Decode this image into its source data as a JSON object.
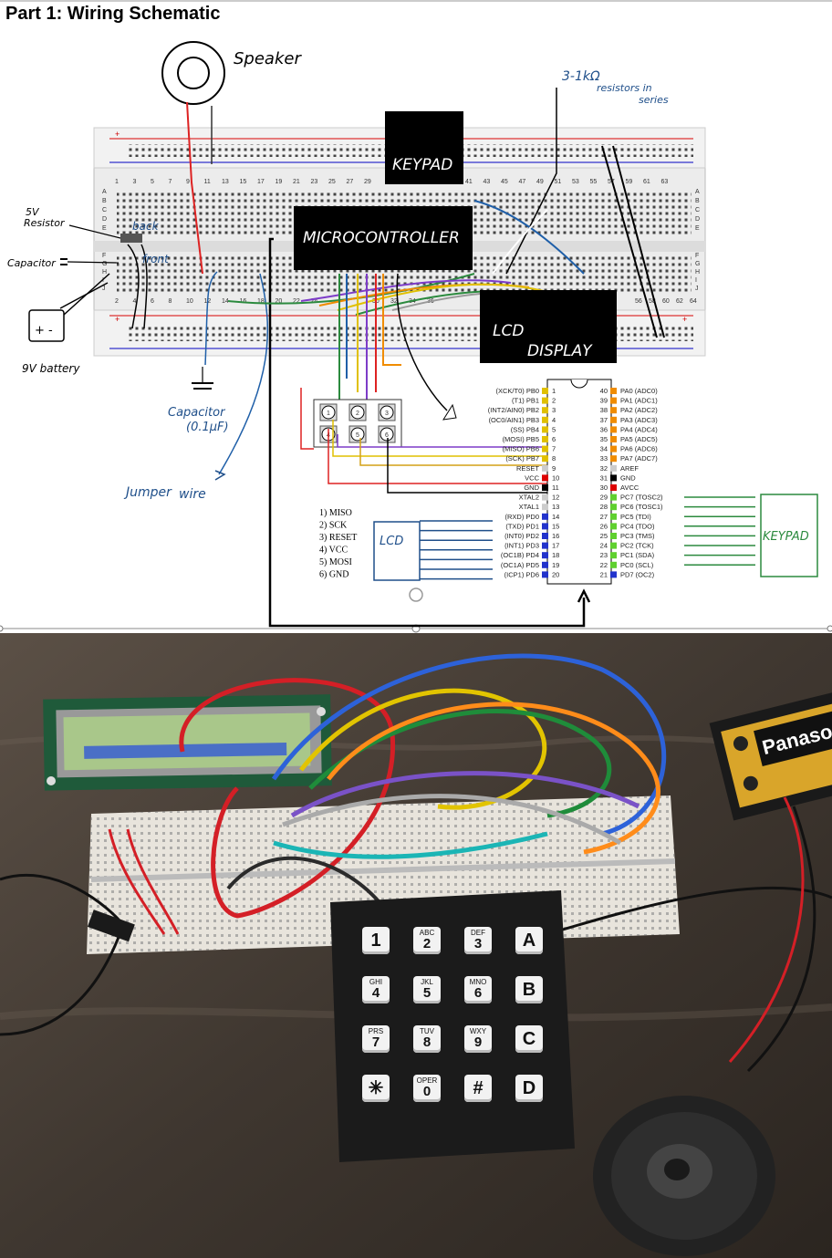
{
  "title": "Part 1: Wiring Schematic",
  "labels": {
    "speaker": "Speaker",
    "resistors_a": "3-1kΩ",
    "resistors_b": "resistors in",
    "resistors_c": "series",
    "keypad_block": "KEYPAD",
    "micro_block": "MICROCONTROLLER",
    "lcd_block_a": "LCD",
    "lcd_block_b": "DISPLAY",
    "resistor_a": "5V",
    "resistor_b": "Resistor",
    "back": "back",
    "front": "front",
    "capacitor": "Capacitor",
    "battery": "9V battery",
    "cap_value_a": "Capacitor",
    "cap_value_b": "(0.1μF)",
    "jumper_a": "Jumper",
    "jumper_b": "wire",
    "lcd_box": "LCD",
    "keypad_box": "KEYPAD"
  },
  "isp_legend": [
    "1) MISO",
    "2) SCK",
    "3) RESET",
    "4) VCC",
    "5) MOSI",
    "6) GND"
  ],
  "isp_pins": [
    "1",
    "2",
    "3",
    "4",
    "5",
    "6"
  ],
  "pins_left": [
    "(XCK/T0) PB0",
    "(T1) PB1",
    "(INT2/AIN0) PB2",
    "(OC0/AIN1) PB3",
    "(SS) PB4",
    "(MOSI) PB5",
    "(MISO) PB6",
    "(SCK) PB7",
    "RESET",
    "VCC",
    "GND",
    "XTAL2",
    "XTAL1",
    "(RXD) PD0",
    "(TXD) PD1",
    "(INT0) PD2",
    "(INT1) PD3",
    "(OC1B) PD4",
    "(OC1A) PD5",
    "(ICP1) PD6"
  ],
  "pins_right": [
    "PA0 (ADC0)",
    "PA1 (ADC1)",
    "PA2 (ADC2)",
    "PA3 (ADC3)",
    "PA4 (ADC4)",
    "PA5 (ADC5)",
    "PA6 (ADC6)",
    "PA7 (ADC7)",
    "AREF",
    "GND",
    "AVCC",
    "PC7 (TOSC2)",
    "PC6 (TOSC1)",
    "PC5 (TDI)",
    "PC4 (TDO)",
    "PC3 (TMS)",
    "PC2 (TCK)",
    "PC1 (SDA)",
    "PC0 (SCL)",
    "PD7 (OC2)"
  ],
  "pin_nums_left": [
    "1",
    "2",
    "3",
    "4",
    "5",
    "6",
    "7",
    "8",
    "9",
    "10",
    "11",
    "12",
    "13",
    "14",
    "15",
    "16",
    "17",
    "18",
    "19",
    "20"
  ],
  "pin_nums_right": [
    "40",
    "39",
    "38",
    "37",
    "36",
    "35",
    "34",
    "33",
    "32",
    "31",
    "30",
    "29",
    "28",
    "27",
    "26",
    "25",
    "24",
    "23",
    "22",
    "21"
  ],
  "breadboard": {
    "row_letters": [
      "A",
      "B",
      "C",
      "D",
      "E",
      "F",
      "G",
      "H",
      "I",
      "J"
    ],
    "top_numbers": [
      "1",
      "3",
      "5",
      "7",
      "9",
      "11",
      "13",
      "15",
      "17",
      "19",
      "21",
      "23",
      "25",
      "27",
      "29",
      "41",
      "43",
      "45",
      "47",
      "49",
      "51",
      "53",
      "55",
      "57",
      "59",
      "61",
      "63"
    ],
    "bottom_numbers": [
      "2",
      "4",
      "6",
      "8",
      "10",
      "12",
      "14",
      "16",
      "18",
      "20",
      "22",
      "24",
      "30",
      "32",
      "34",
      "36",
      "56",
      "58",
      "60",
      "62",
      "64"
    ]
  },
  "photo": {
    "battery_brand": "Panasonic",
    "keypad_keys": [
      {
        "main": "1",
        "sub": ""
      },
      {
        "main": "2",
        "sub": "ABC"
      },
      {
        "main": "3",
        "sub": "DEF"
      },
      {
        "main": "A",
        "sub": ""
      },
      {
        "main": "4",
        "sub": "GHI"
      },
      {
        "main": "5",
        "sub": "JKL"
      },
      {
        "main": "6",
        "sub": "MNO"
      },
      {
        "main": "B",
        "sub": ""
      },
      {
        "main": "7",
        "sub": "PRS"
      },
      {
        "main": "8",
        "sub": "TUV"
      },
      {
        "main": "9",
        "sub": "WXY"
      },
      {
        "main": "C",
        "sub": ""
      },
      {
        "main": "✳",
        "sub": ""
      },
      {
        "main": "0",
        "sub": "OPER"
      },
      {
        "main": "#",
        "sub": ""
      },
      {
        "main": "D",
        "sub": ""
      }
    ]
  }
}
